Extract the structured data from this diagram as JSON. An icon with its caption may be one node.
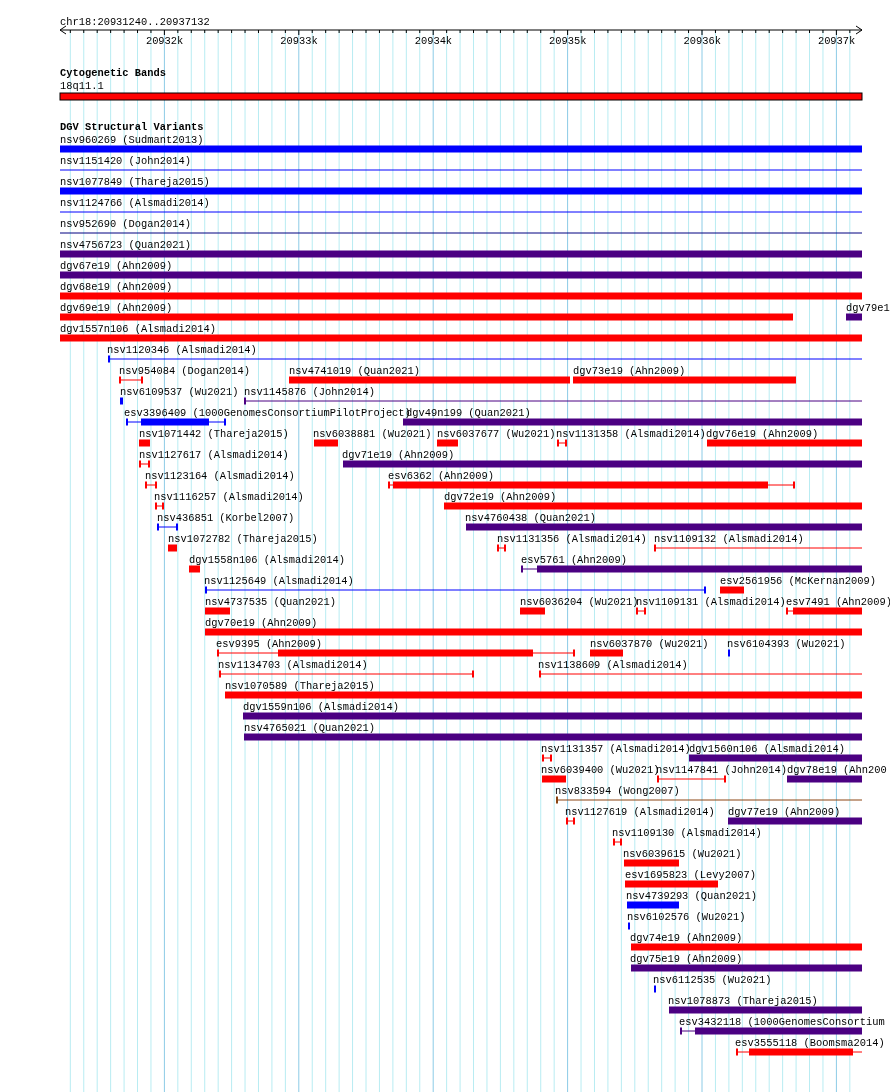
{
  "diagram": {
    "labels": [
      "chr18:20931240..20937132",
      "20932k",
      "20933k",
      "20934k",
      "20935k",
      "20936k",
      "20937k",
      "Cytogenetic Bands",
      "18q11.1",
      "DGV Structural Variants",
      "nsv960269 (Sudmant2013)",
      "nsv1151420 (John2014)",
      "nsv1077849 (Thareja2015)",
      "nsv1124766 (Alsmadi2014)",
      "nsv952690 (Dogan2014)",
      "nsv4756723 (Quan2021)",
      "dgv67e19 (Ahn2009)",
      "dgv68e19 (Ahn2009)",
      "dgv69e19 (Ahn2009)",
      "dgv79e1",
      "dgv1557n106 (Alsmadi2014)",
      "nsv1120346 (Alsmadi2014)",
      "nsv954084 (Dogan2014)",
      "nsv4741019 (Quan2021)",
      "dgv73e19 (Ahn2009)",
      "nsv6109537 (Wu2021)",
      "nsv1145876 (John2014)",
      "esv3396409 (1000GenomesConsortiumPilotProject)",
      "dgv49n199 (Quan2021)",
      "nsv1071442 (Thareja2015)",
      "nsv6038881 (Wu2021)",
      "nsv6037677 (Wu2021)",
      "nsv1131358 (Alsmadi2014)",
      "dgv76e19 (Ahn2009)",
      "nsv1127617 (Alsmadi2014)",
      "dgv71e19 (Ahn2009)",
      "nsv1123164 (Alsmadi2014)",
      "esv6362 (Ahn2009)",
      "nsv1116257 (Alsmadi2014)",
      "dgv72e19 (Ahn2009)",
      "nsv436851 (Korbel2007)",
      "nsv4760438 (Quan2021)",
      "nsv1072782 (Thareja2015)",
      "nsv1131356 (Alsmadi2014)",
      "nsv1109132 (Alsmadi2014)",
      "dgv1558n106 (Alsmadi2014)",
      "esv5761 (Ahn2009)",
      "nsv1125649 (Alsmadi2014)",
      "esv2561956 (McKernan2009)",
      "nsv4737535 (Quan2021)",
      "nsv6036204 (Wu2021)",
      "nsv1109131 (Alsmadi2014)",
      "esv7491 (Ahn2009)",
      "dgv70e19 (Ahn2009)",
      "esv9395 (Ahn2009)",
      "nsv6037870 (Wu2021)",
      "nsv6104393 (Wu2021)",
      "nsv1134703 (Alsmadi2014)",
      "nsv1138609 (Alsmadi2014)",
      "nsv1070589 (Thareja2015)",
      "dgv1559n106 (Alsmadi2014)",
      "nsv4765021 (Quan2021)",
      "nsv1131357 (Alsmadi2014)",
      "dgv1560n106 (Alsmadi2014)",
      "nsv6039400 (Wu2021)",
      "nsv1147841 (John2014)",
      "dgv78e19 (Ahn200",
      "nsv833594 (Wong2007)",
      "nsv1127619 (Alsmadi2014)",
      "dgv77e19 (Ahn2009)",
      "nsv1109130 (Alsmadi2014)",
      "nsv6039615 (Wu2021)",
      "esv1695823 (Levy2007)",
      "nsv4739293 (Quan2021)",
      "nsv6102576 (Wu2021)",
      "dgv74e19 (Ahn2009)",
      "dgv75e19 (Ahn2009)",
      "nsv6112535 (Wu2021)",
      "nsv1078873 (Thareja2015)",
      "esv3432118 (1000GenomesConsortium",
      "esv3555118 (Boomsma2014)"
    ]
  }
}
